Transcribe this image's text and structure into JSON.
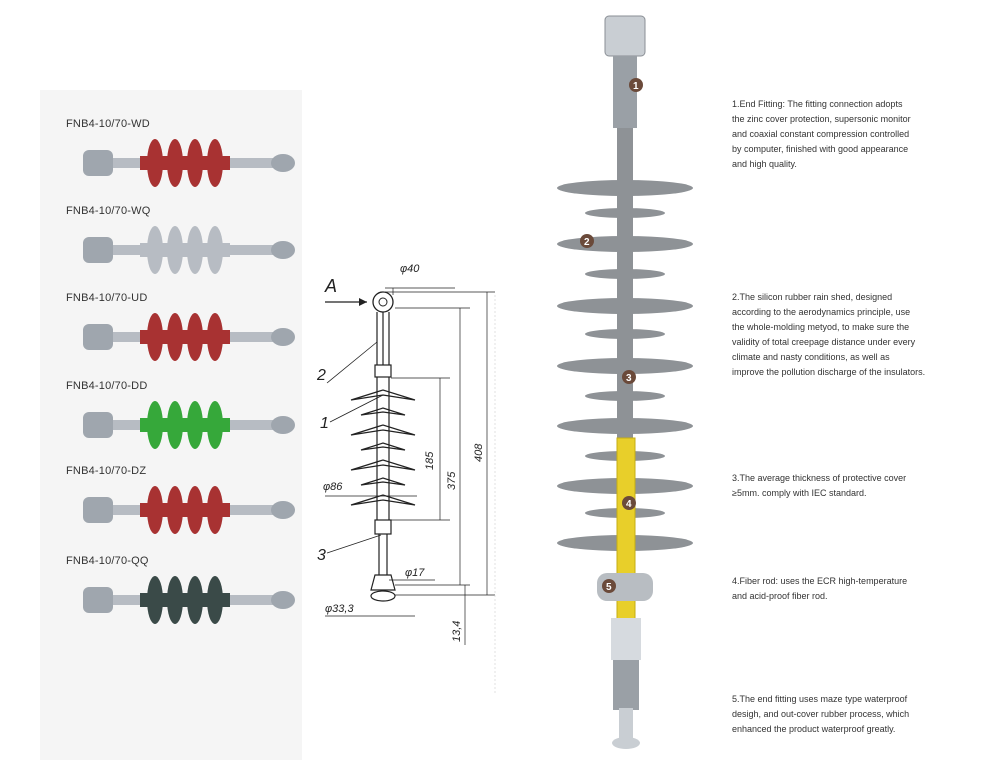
{
  "products": [
    {
      "model": "FNB4-10/70-WD",
      "shed_color": "#a83232"
    },
    {
      "model": "FNB4-10/70-WQ",
      "shed_color": "#b7bcc3"
    },
    {
      "model": "FNB4-10/70-UD",
      "shed_color": "#a83232"
    },
    {
      "model": "FNB4-10/70-DD",
      "shed_color": "#36a83a"
    },
    {
      "model": "FNB4-10/70-DZ",
      "shed_color": "#a83232"
    },
    {
      "model": "FNB4-10/70-QQ",
      "shed_color": "#3a4a48"
    }
  ],
  "drawing": {
    "view_label": "A",
    "part_2": "2",
    "part_1": "1",
    "part_3": "3",
    "dim_eye": "φ40",
    "dim_shed": "φ86",
    "dim_rod": "φ17",
    "dim_base": "φ33,3",
    "dim_185": "185",
    "dim_375": "375",
    "dim_408": "408",
    "dim_13": "13,4"
  },
  "photo": {
    "badges": [
      "1",
      "2",
      "3",
      "4",
      "5"
    ],
    "body_color": "#8e9296",
    "rod_color": "#e8cf2a"
  },
  "descriptions": [
    {
      "lines": [
        "1.End Fitting: The fitting connection adopts",
        "the zinc cover protection, supersonic monitor",
        "and coaxial constant compression controlled",
        "by computer, finished with good appearance",
        "and high quality."
      ]
    },
    {
      "lines": [
        "2.The silicon rubber rain shed, designed",
        "according to the aerodynamics principle, use",
        "the whole-molding metyod, to make sure the",
        "validity of total creepage distance under every",
        "climate and nasty conditions, as well as",
        "improve the pollution discharge of the insulators."
      ]
    },
    {
      "lines": [
        "3.The average thickness of protective cover",
        "≥5mm. comply with IEC standard."
      ]
    },
    {
      "lines": [
        "4.Fiber rod: uses the ECR high-temperature",
        "and acid-proof fiber rod."
      ]
    },
    {
      "lines": [
        "5.The  end fitting uses maze type waterproof",
        "desigh, and out-cover rubber process, which",
        "enhanced the product waterproof greatly."
      ]
    }
  ]
}
